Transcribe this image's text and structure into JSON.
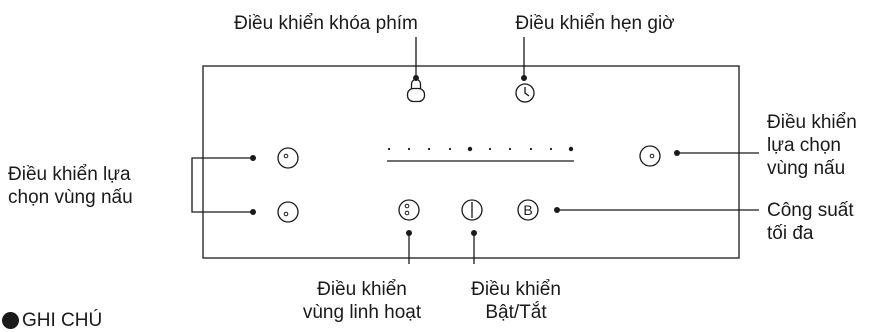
{
  "labels": {
    "key_lock": "Điều khiển khóa phím",
    "timer": "Điều khiển hẹn giờ",
    "zone_select_left": [
      "Điều khiển lựa",
      "chọn vùng nấu"
    ],
    "zone_select_right": [
      "Điều khiển",
      "lựa chọn",
      "vùng nấu"
    ],
    "max_power": [
      "Công suất",
      "tối đa"
    ],
    "flex_zone": [
      "Điều khiển",
      "vùng linh hoạt"
    ],
    "on_off": [
      "Điều khiển",
      "Bật/Tắt"
    ]
  },
  "boost_button_letter": "B",
  "note": "GHI CHÚ"
}
